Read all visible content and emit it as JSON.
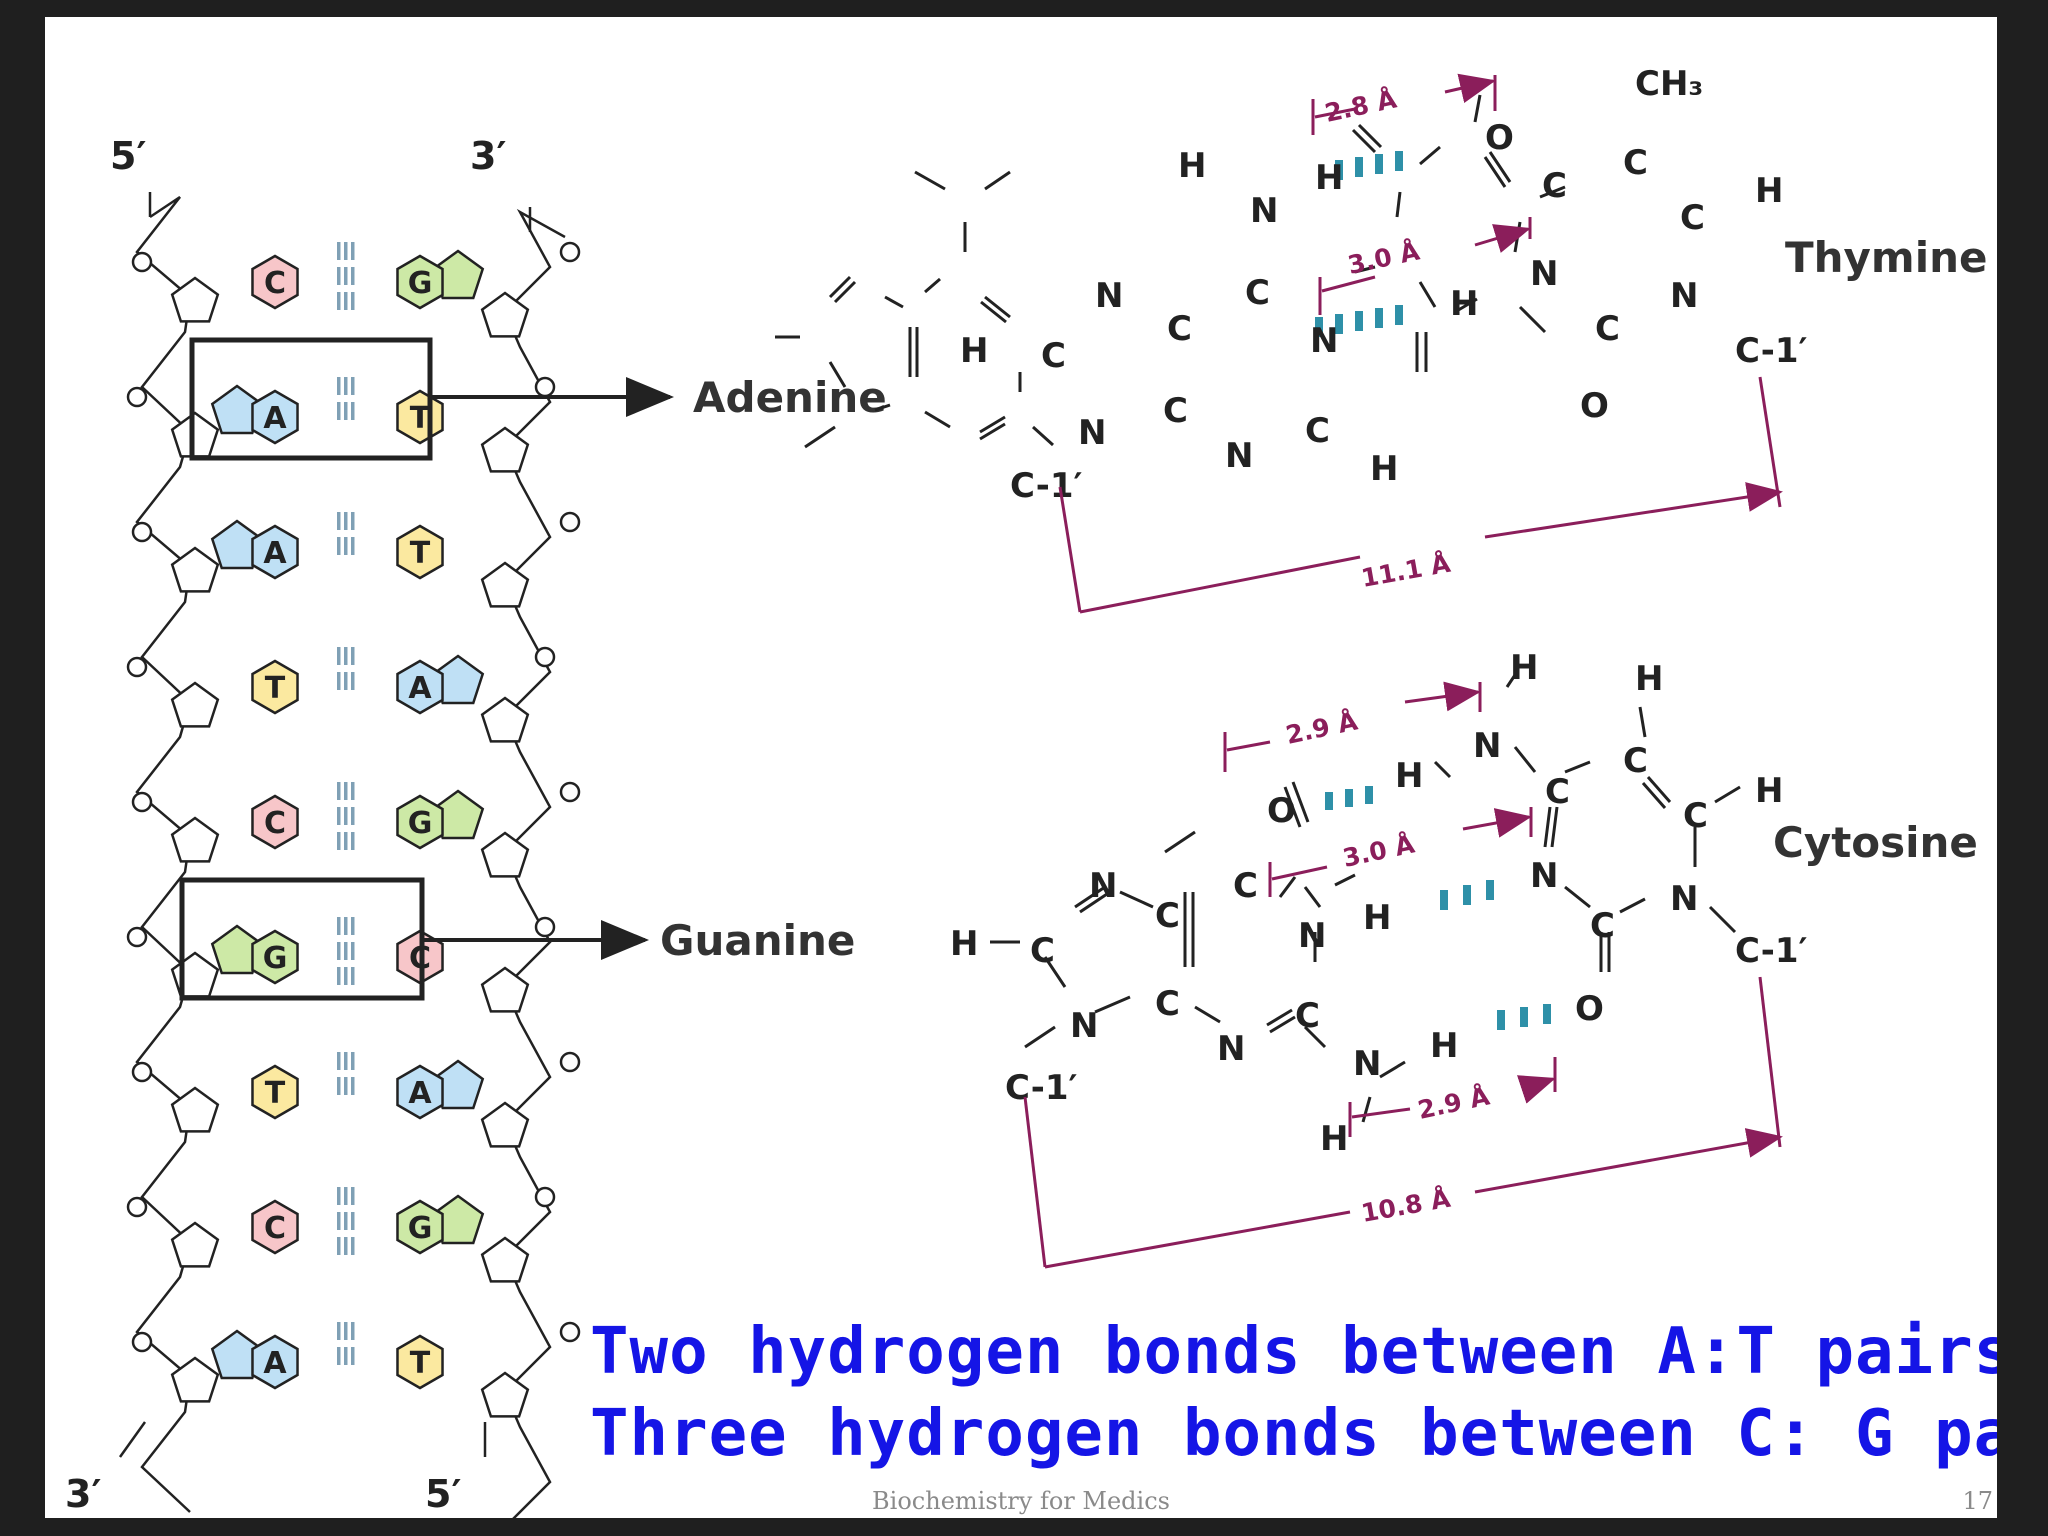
{
  "strand_labels": {
    "top_left": "5′",
    "top_right": "3′",
    "bottom_left": "3′",
    "bottom_right": "5′"
  },
  "ladder_pairs": [
    {
      "left": "C",
      "right": "G",
      "bonds": 3
    },
    {
      "left": "A",
      "right": "T",
      "bonds": 2
    },
    {
      "left": "A",
      "right": "T",
      "bonds": 2
    },
    {
      "left": "T",
      "right": "A",
      "bonds": 2
    },
    {
      "left": "C",
      "right": "G",
      "bonds": 3
    },
    {
      "left": "G",
      "right": "C",
      "bonds": 3
    },
    {
      "left": "T",
      "right": "A",
      "bonds": 2
    },
    {
      "left": "C",
      "right": "G",
      "bonds": 3
    },
    {
      "left": "A",
      "right": "T",
      "bonds": 2
    }
  ],
  "base_colors": {
    "A": "#bfe0f5",
    "T": "#fbe9a0",
    "G": "#cde9a6",
    "C": "#f7c6c9"
  },
  "callouts": {
    "adenine": "Adenine",
    "guanine": "Guanine"
  },
  "at_pair": {
    "partner_name": "Thymine",
    "distances": {
      "top_hbond": "2.8 Å",
      "middle_hbond": "3.0 Å",
      "c1_span": "11.1 Å"
    },
    "atoms": {
      "h_top": "H",
      "n6": "N",
      "h6": "H",
      "c6": "C",
      "n1": "N",
      "c5": "C",
      "n7": "N",
      "c8": "C",
      "h8": "H",
      "c4": "C",
      "n9": "N",
      "c1_left": "C-1′",
      "n3": "N",
      "c2": "C",
      "h2": "H",
      "o4": "O",
      "c4t": "C",
      "c5t": "C",
      "ch3": "CH₃",
      "c6t": "C",
      "h6t": "H",
      "n3t": "N",
      "h3t": "H",
      "c2t": "C",
      "n1t": "N",
      "o2t": "O",
      "c1_right": "C-1′"
    }
  },
  "gc_pair": {
    "partner_name": "Cytosine",
    "distances": {
      "top_hbond": "2.9 Å",
      "middle_hbond": "3.0 Å",
      "bottom_hbond": "2.9 Å",
      "c1_span": "10.8 Å"
    },
    "atoms": {
      "n7": "N",
      "h8": "H",
      "c8": "C",
      "c5": "C",
      "c6": "C",
      "o6": "O",
      "n1": "N",
      "h1": "H",
      "c2": "C",
      "n2": "N",
      "h2a": "H",
      "h2b": "H",
      "n3": "N",
      "c4": "C",
      "n9": "N",
      "c1_left": "C-1′",
      "h4a": "H",
      "n4": "N",
      "h4b": "H",
      "c4c": "C",
      "c5c": "C",
      "h5c": "H",
      "c6c": "C",
      "h6c": "H",
      "n3c": "N",
      "c2c": "C",
      "n1c": "N",
      "o2c": "O",
      "c1_right": "C-1′"
    }
  },
  "captions": {
    "line1": "Two hydrogen bonds between A:T pairs",
    "line2": "Three hydrogen bonds between C: G paired"
  },
  "footer": {
    "text": "Biochemistry for Medics",
    "page": "17"
  },
  "colors": {
    "hbond": "#2e90a8",
    "dimension": "#8b1e5b",
    "caption": "#1515e6",
    "ladder_hbond": "#7fa0b5"
  }
}
